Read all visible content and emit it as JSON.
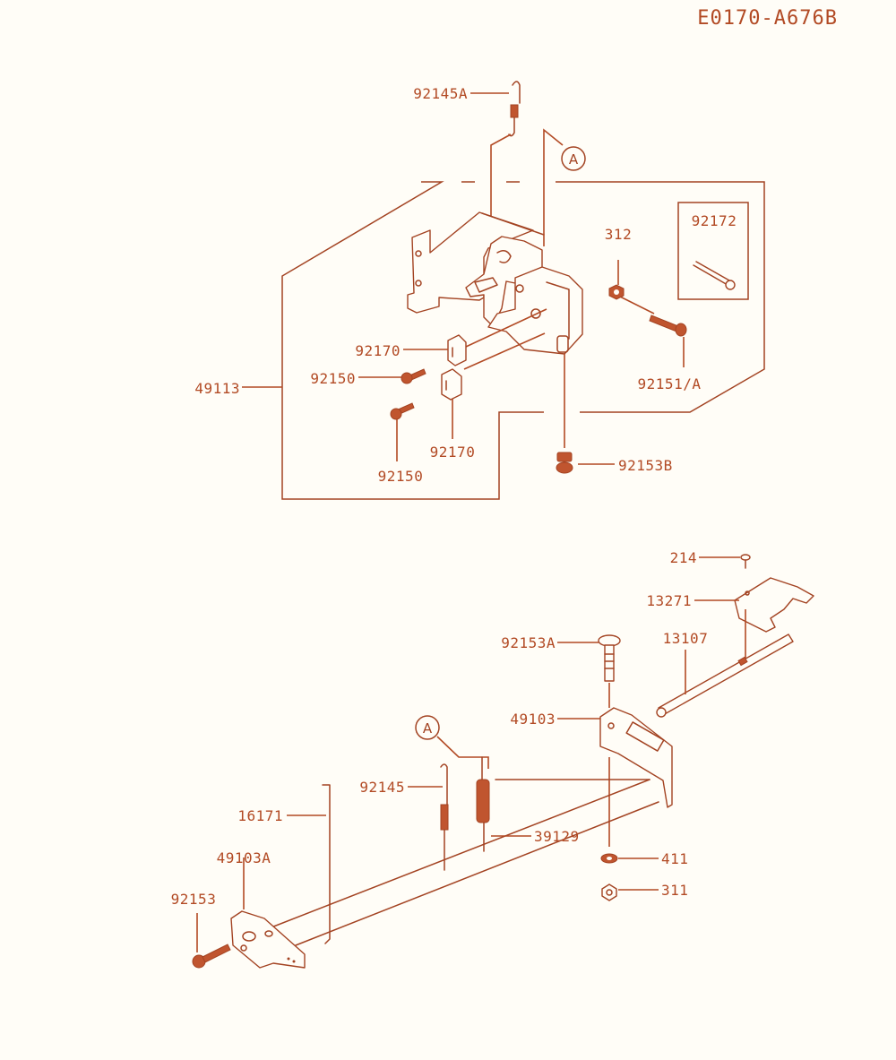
{
  "diagram_code": "E0170-A676B",
  "callout_letter": "A",
  "parts": {
    "p92145A": "92145A",
    "p312": "312",
    "p92172": "92172",
    "p92170a": "92170",
    "p92150a": "92150",
    "p49113": "49113",
    "p92151A": "92151/A",
    "p92170b": "92170",
    "p92150b": "92150",
    "p92153B": "92153B",
    "p214": "214",
    "p13271": "13271",
    "p92153A": "92153A",
    "p13107": "13107",
    "p49103": "49103",
    "p92145": "92145",
    "p16171": "16171",
    "p39129": "39129",
    "p49103A": "49103A",
    "p411": "411",
    "p92153": "92153",
    "p311": "311"
  },
  "colors": {
    "ink": "#b24a24",
    "background": "#fffdf7"
  }
}
